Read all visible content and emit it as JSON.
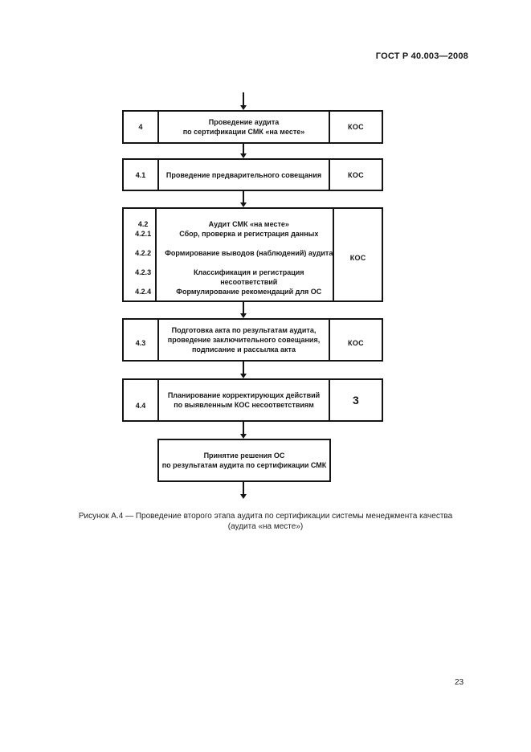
{
  "header": {
    "title": "ГОСТ Р 40.003—2008"
  },
  "flowchart": {
    "box4": {
      "number": "4",
      "lines": [
        "Проведение аудита",
        "по сертификации СМК «на месте»"
      ],
      "side": "КОС"
    },
    "box41": {
      "number": "4.1",
      "lines": [
        "Проведение предварительного совещания"
      ],
      "side": "КОС"
    },
    "box42": {
      "side": "КОС",
      "rows": [
        {
          "num": "4.2",
          "text": "Аудит СМК «на месте»"
        },
        {
          "num": "4.2.1",
          "text": "Сбор, проверка и регистрация данных"
        },
        {
          "num": "",
          "text": ""
        },
        {
          "num": "4.2.2",
          "text": "Формирование выводов (наблюдений) аудита"
        },
        {
          "num": "",
          "text": ""
        },
        {
          "num": "4.2.3",
          "text": "Классификация и регистрация"
        },
        {
          "num": "",
          "text": "несоответствий"
        },
        {
          "num": "4.2.4",
          "text": "Формулирование рекомендаций для ОС"
        }
      ]
    },
    "box43": {
      "number": "4.3",
      "lines": [
        "Подготовка акта по результатам аудита,",
        "проведение заключительного совещания,",
        "подписание и рассылка акта"
      ],
      "side": "КОС"
    },
    "box44": {
      "number": "4.4",
      "lines": [
        "Планирование корректирующих действий",
        "по выявленным КОС несоответствиям"
      ],
      "side": "3"
    },
    "box_final": {
      "lines": [
        "Принятие решения ОС",
        "по результатам аудита по сертификации СМК"
      ]
    }
  },
  "caption": {
    "line1": "Рисунок А.4 — Проведение второго этапа аудита по сертификации системы менеджмента качества",
    "line2": "(аудита «на месте»)"
  },
  "footer": {
    "page_number": "23"
  },
  "colors": {
    "ink": "#151515",
    "paper": "#ffffff"
  }
}
